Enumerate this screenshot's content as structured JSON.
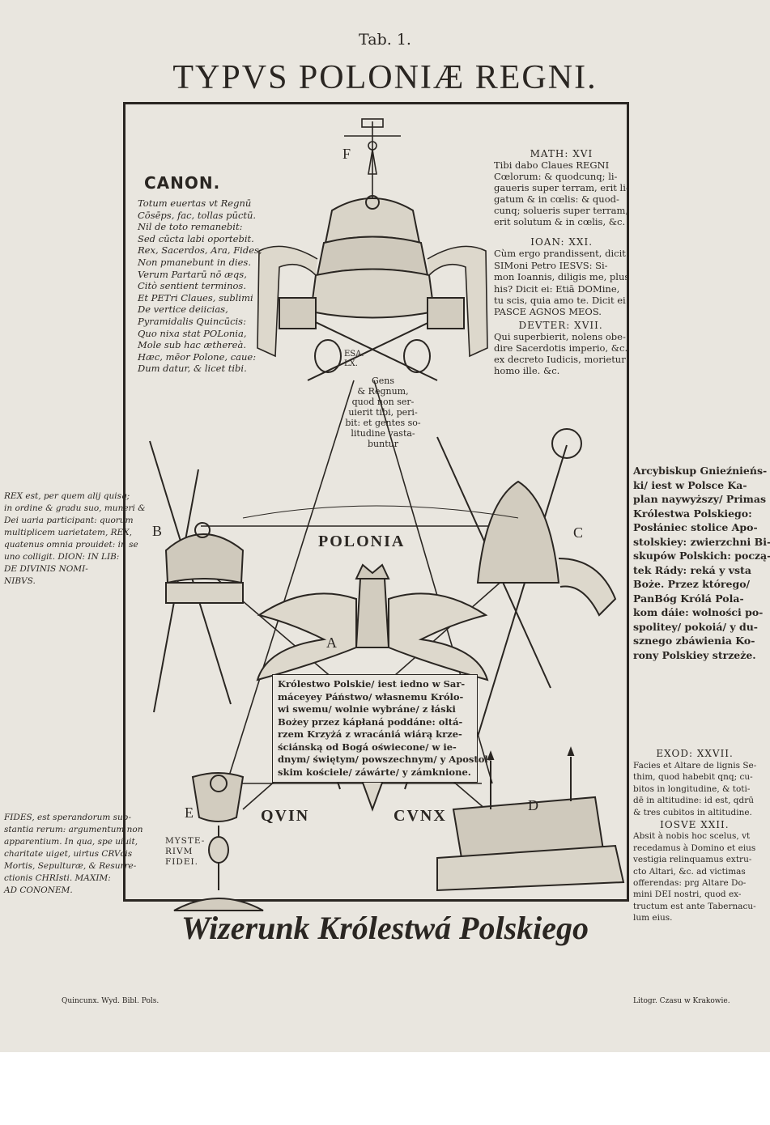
{
  "header": {
    "tab": "Tab. 1.",
    "title": "TYPVS POLONIÆ REGNI."
  },
  "canon": {
    "heading": "CANON.",
    "lines": [
      "Totum euertas vt Regnū",
      "Cōsēps, fac, tollas pūctū.",
      "Nil de toto remanebit:",
      "Sed cūcta labi oportebit.",
      "Rex, Sacerdos, Ara, Fides,",
      "Non pmanebunt in dies.",
      "Verum Partarū nō æqs,",
      "Citò sentient terminos.",
      "Et PETri Claues, sublimi",
      "De vertice deiicias,",
      "Pyramidalis Quincūcis:",
      "Quo nixa stat POLonia,",
      "Mole sub hac æthereà.",
      "Hæc, mēor Polone, caue:",
      "Dum datur, & licet tibi."
    ]
  },
  "math": {
    "heading": "MATH: XVI",
    "lines": [
      "Tibi dabo Claues REGNI",
      "Cœlorum: & quodcunq; li-",
      "gaueris super terram, erit li-",
      "gatum & in cœlis: & quod-",
      "cunq; solueris super terram,",
      "erit solutum & in cœlis, &c."
    ]
  },
  "ioan": {
    "heading": "IOAN: XXI.",
    "lines": [
      "Cùm ergo prandissent, dicit",
      "SIMoni Petro IESVS: Si-",
      "mon Ioannis, diligis me, plus",
      "his? Dicit ei: Etiā DOMine,",
      "tu scis, quia amo te. Dicit ei:",
      "PASCE AGNOS MEOS."
    ]
  },
  "deut": {
    "heading": "DEVTER: XVII.",
    "lines": [
      "Qui superbierit, nolens obe-",
      "dire Sacerdotis imperio, &c.",
      "ex decreto Iudicis, morietur",
      "homo ille. &c."
    ]
  },
  "rex": {
    "lines": [
      "REX est, per quem alij quisq;",
      "in ordine & gradu suo, muneri &",
      "Dei uaria participant: quorum",
      "multiplicem uarietatem, REX,",
      "quatenus omnia prouidet: in se",
      "uno colligit. DION: IN LIB:",
      "DE DIVINIS NOMI-",
      "NIBVS."
    ]
  },
  "arch": {
    "lines": [
      "Arcybiskup Gnieźnieńs-",
      "ki/ iest w Polsce Ka-",
      "plan naywyższy/ Primas",
      "Królestwa Polskiego:",
      "Posłániec stolice Apo-",
      "stolskiey: zwierzchni Bi-",
      "skupów Polskich: począ-",
      "tek Rády: reká y vsta",
      "Boże. Przez którego/",
      "PanBóg Królá Pola-",
      "kom dáie: wolności po-",
      "spolitey/ pokoiá/ y du-",
      "sznego zbáwienia Ko-",
      "rony Polskiey strzeże."
    ]
  },
  "exod": {
    "heading": "EXOD: XXVII.",
    "lines": [
      "Facies et Altare de lignis Se-",
      "thim, quod habebit qnq; cu-",
      "bitos in longitudine, & toti-",
      "dē in altitudine: id est, qdrū",
      "& tres cubitos in altitudine."
    ]
  },
  "iosue": {
    "heading": "IOSVE XXII.",
    "lines": [
      "Absit à nobis hoc scelus, vt",
      "recedamus à Domino et eius",
      "vestigia relinquamus extru-",
      "cto Altari, &c. ad victimas",
      "offerendas: prg Altare Do-",
      "mini DEI nostri, quod ex-",
      "tructum est ante Tabernacu-",
      "lum eius."
    ]
  },
  "fides": {
    "lines": [
      "FIDES, est sperandorum sub-",
      "stantia rerum: argumentum non",
      "apparentium. In qua, spe uiuit,",
      "charitate uiget, uirtus CRVcis",
      "Mortis, Sepulturæ, & Resurre-",
      "ctionis CHRIsti. MAXIM:",
      "AD CONONEM."
    ]
  },
  "esa": {
    "lines": [
      "ESA.",
      "LX."
    ]
  },
  "gens": {
    "lines": [
      "Gens",
      "& Regnum,",
      "quod non ser-",
      "uierit tibi, peri-",
      "bit: et gentes so-",
      "litudine vasta-",
      "buntur"
    ]
  },
  "royal": {
    "lines": [
      "Królestwo Polskie/ iest iedno w Sar-",
      "máceyey Páństwo/ własnemu Królo-",
      "wi swemu/ wolnie wybráne/ z łáski",
      "Bożey przez kápłaná poddáne: oltá-",
      "rzem Krzyżá z wracániá wiárą krze-",
      "ściánską od Bogá oświecone/ w ie-",
      "dnym/ świętym/ powszechnym/ y Apostol-",
      "skim kościele/ záwárte/ y zámknione."
    ]
  },
  "myst": {
    "lines": [
      "MYSTE-",
      "RIVM",
      "FIDEI."
    ]
  },
  "labels": {
    "F": "F",
    "B": "B",
    "C": "C",
    "A": "A",
    "E": "E",
    "D": "D",
    "polonia": "POLONIA",
    "quin": "QVIN",
    "cunx": "CVNX"
  },
  "caption": "Wizerunk Królestwá Polskiego",
  "footer": {
    "left": "Quincunx. Wyd. Bibl. Pols.",
    "right": "Litogr. Czasu w Krakowie."
  }
}
